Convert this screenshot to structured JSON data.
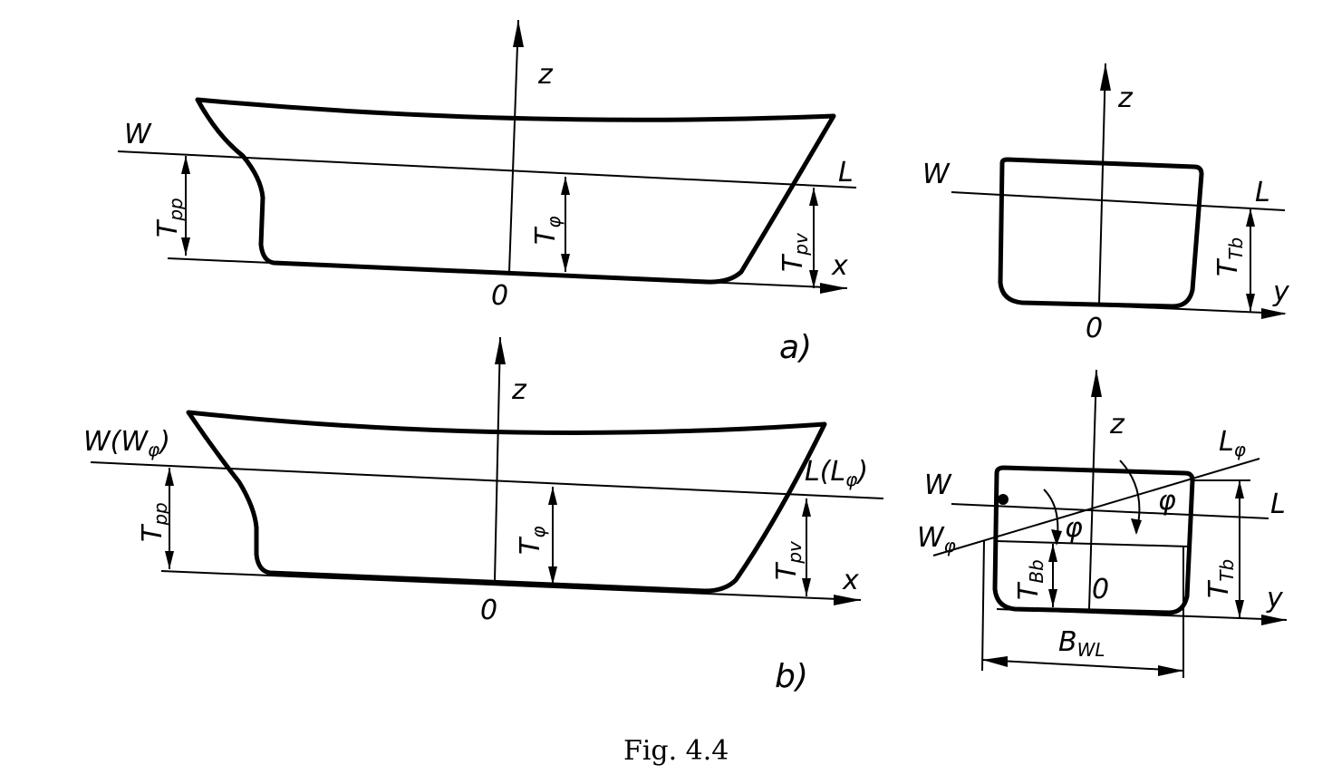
{
  "caption": "Fig. 4.4",
  "panel_a": {
    "tag": "a)",
    "side": {
      "axis_z": "z",
      "axis_x": "x",
      "origin": "0",
      "water_w": "W",
      "water_l": "L",
      "t_pp": "T",
      "t_pp_sub": "pp",
      "t_phi": "T",
      "t_phi_sub": "φ",
      "t_pv": "T",
      "t_pv_sub": "pv"
    },
    "section": {
      "axis_z": "z",
      "axis_y": "y",
      "origin": "0",
      "water_w": "W",
      "water_l": "L",
      "t_tb": "T",
      "t_tb_sub": "Tb"
    }
  },
  "panel_b": {
    "tag": "b)",
    "side": {
      "axis_z": "z",
      "axis_x": "x",
      "origin": "0",
      "water_w": "W(W",
      "water_w_sub": "φ",
      "water_w_close": ")",
      "water_l": "L(L",
      "water_l_sub": "φ",
      "water_l_close": ")",
      "t_pp": "T",
      "t_pp_sub": "pp",
      "t_phi": "T",
      "t_phi_sub": "φ",
      "t_pv": "T",
      "t_pv_sub": "pv"
    },
    "section": {
      "axis_z": "z",
      "axis_y": "y",
      "origin": "0",
      "water_w": "W",
      "water_l": "L",
      "water_wphi": "W",
      "water_wphi_sub": "φ",
      "water_lphi": "L",
      "water_lphi_sub": "φ",
      "angle_1": "φ",
      "angle_2": "φ",
      "t_bb": "T",
      "t_bb_sub": "Bb",
      "t_tb": "T",
      "t_tb_sub": "Tb",
      "b_wl": "B",
      "b_wl_sub": "WL"
    }
  }
}
